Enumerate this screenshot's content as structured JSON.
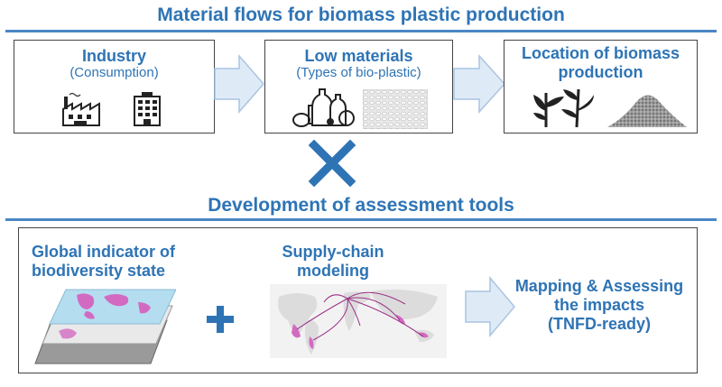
{
  "top": {
    "heading": "Material flows for biomass plastic production",
    "industry": {
      "title": "Industry",
      "subtitle": "(Consumption)"
    },
    "materials": {
      "title": "Low materials",
      "subtitle": "(Types of bio-plastic)"
    },
    "location": {
      "title_line1": "Location of biomass",
      "title_line2": "production"
    }
  },
  "bottom": {
    "heading": "Development of assessment tools",
    "indicator": {
      "line1": "Global indicator of",
      "line2": "biodiversity state"
    },
    "supply": {
      "line1": "Supply-chain",
      "line2": "modeling"
    },
    "mapping": {
      "line1": "Mapping & Assessing",
      "line2": "the impacts",
      "line3": "(TNFD-ready)"
    }
  },
  "colors": {
    "accent": "#2E74B5",
    "arrow_fill": "#DEEBF7",
    "arrow_stroke": "#A9C4E2",
    "map_pink": "#D36AC2",
    "map_blue": "#9BD0EA"
  },
  "icons": [
    "factory-icon",
    "office-building-icon",
    "bottles-and-containers-icon",
    "plastic-pellets-icon",
    "plant-icon",
    "soil-pile-icon",
    "cross-icon",
    "plus-icon",
    "map-layers-icon",
    "world-map-icon"
  ]
}
